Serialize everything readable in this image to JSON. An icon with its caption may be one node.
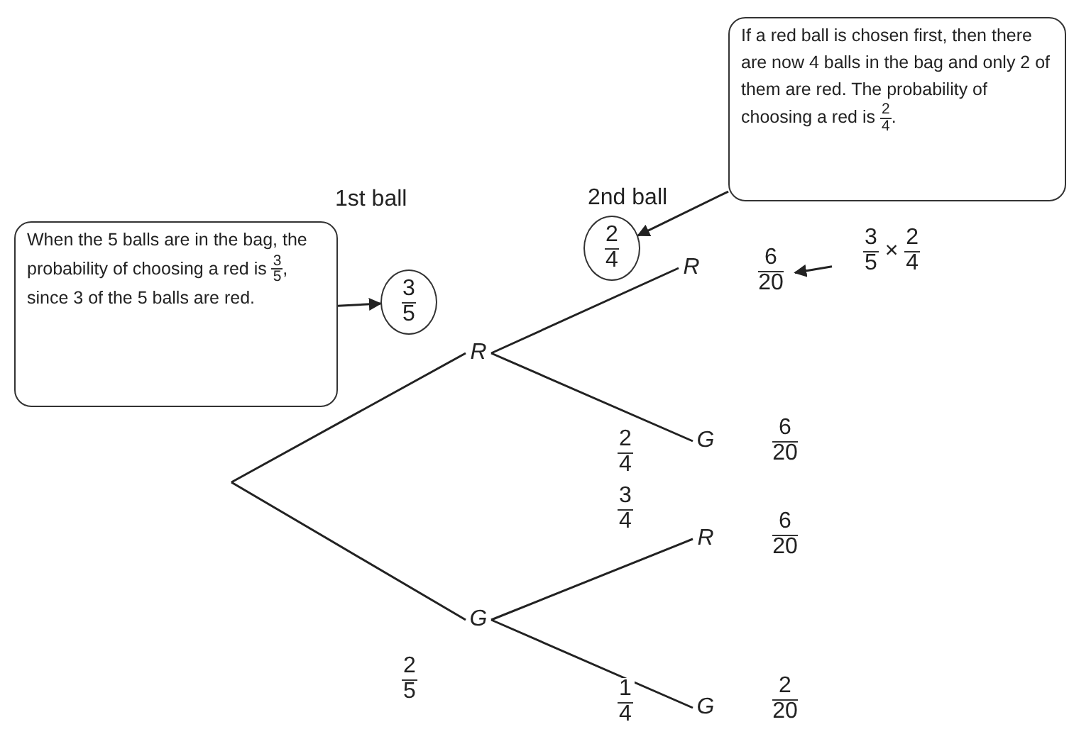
{
  "diagram": {
    "nodes": [
      {
        "text": [
          "If a red ball is chosen first, then there are now 4 balls in the bag and only 2 of them are red. The probability of choosing a red is 2/4."
        ]
      },
      {
        "text": [
          "When the 5 balls are in the bag, the probability of choosing a red is 3/5, since 3 of the 5 balls are red."
        ]
      },
      {
        "text": [
          "3/5"
        ]
      },
      {
        "text": [
          "2/4"
        ]
      },
      {
        "text": [
          "R"
        ]
      },
      {
        "text": [
          "G"
        ]
      },
      {
        "text": [
          "R"
        ]
      },
      {
        "text": [
          "G"
        ]
      },
      {
        "text": [
          "R"
        ]
      },
      {
        "text": [
          "G"
        ]
      },
      {
        "text": [
          "6/20"
        ]
      },
      {
        "text": [
          "6/20"
        ]
      },
      {
        "text": [
          "6/20"
        ]
      },
      {
        "text": [
          "2/20"
        ]
      },
      {
        "text": [
          "3/5 × 2/4"
        ]
      }
    ],
    "edges": [
      {
        "from": null,
        "to": 4,
        "arrow": "none"
      },
      {
        "from": null,
        "to": 5,
        "arrow": "none",
        "label": "2/5"
      },
      {
        "from": 4,
        "to": 6,
        "arrow": "none"
      },
      {
        "from": 4,
        "to": 7,
        "arrow": "none",
        "label": "2/4"
      },
      {
        "from": 5,
        "to": 8,
        "arrow": "none",
        "label": "3/4"
      },
      {
        "from": 5,
        "to": 9,
        "arrow": "none",
        "label": "1/4"
      },
      {
        "from": 0,
        "to": 3,
        "arrow": "to"
      },
      {
        "from": 1,
        "to": 2,
        "arrow": "to"
      },
      {
        "from": 14,
        "to": 10,
        "arrow": "to"
      }
    ],
    "labels": [
      "1st ball",
      "2nd ball"
    ]
  }
}
